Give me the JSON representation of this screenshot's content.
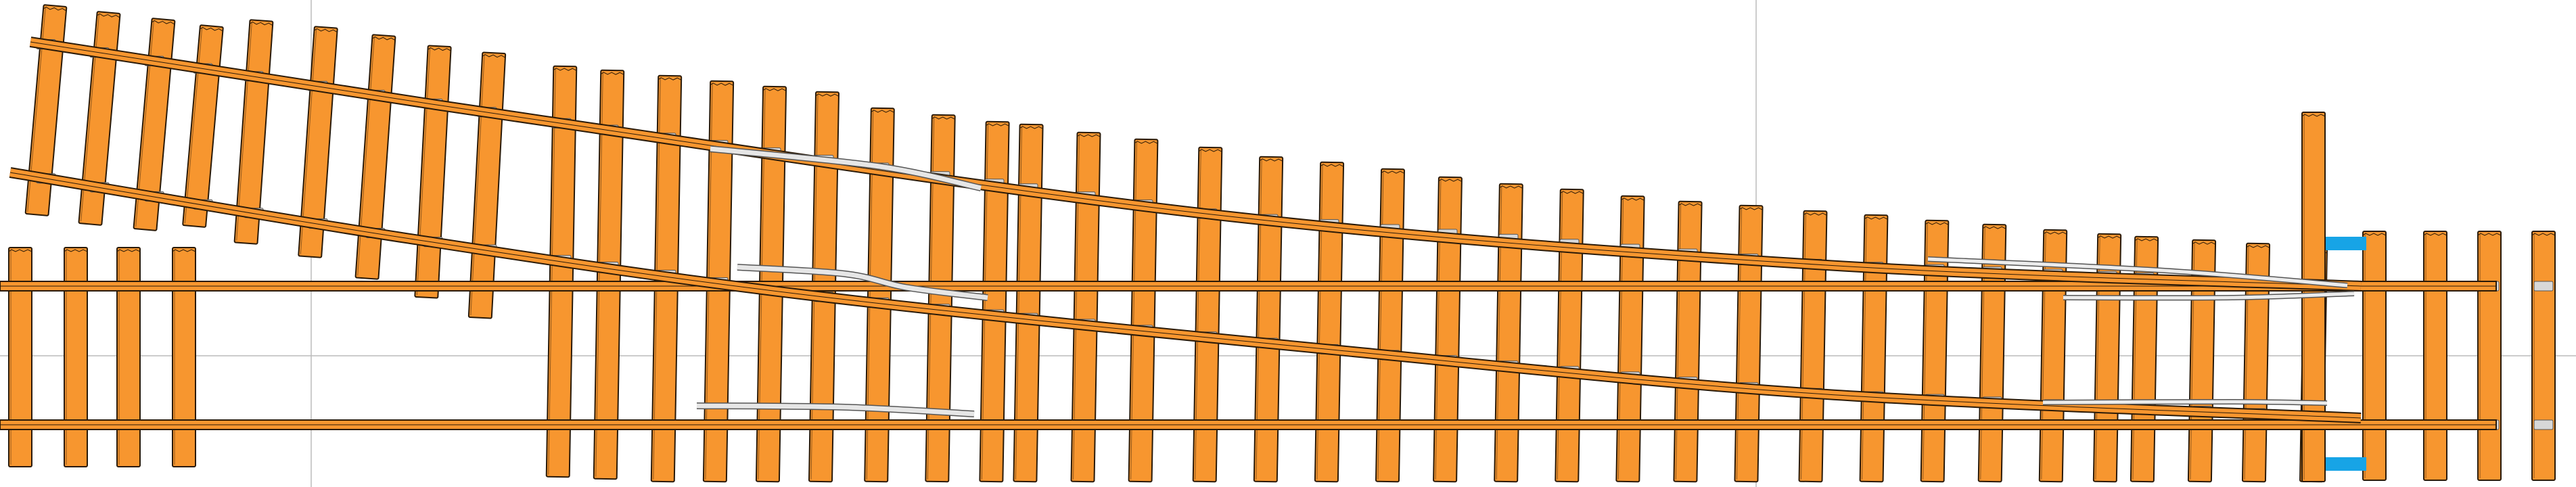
{
  "diagram": {
    "kind": "railway turnout track plan",
    "colors": {
      "background": "#ffffff",
      "sleeper_fill": "#f7962f",
      "sleeper_stroke": "#2a1a08",
      "rail_fill": "#f7962f",
      "rail_stroke": "#2a1a08",
      "chair": "#d8d8d8",
      "chair_stroke": "#555555",
      "marker": "#17a4e6",
      "guide_line": "#bbbbbb"
    },
    "layers": {
      "guides": "construction-guide-lines",
      "sleepers": "sleepers",
      "rails": "rails",
      "fittings": "chairs-and-fittings",
      "markers": "end-markers"
    }
  }
}
